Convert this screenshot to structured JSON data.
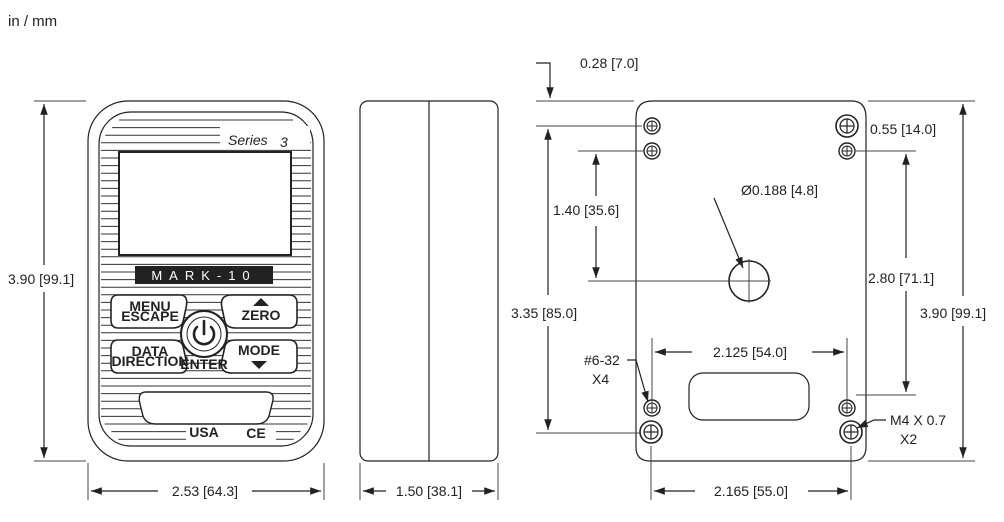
{
  "units": "in / mm",
  "front": {
    "series_label": "Series",
    "series_number": "3",
    "brand": "MARK-10",
    "buttons": {
      "menu": "MENU",
      "escape": "ESCAPE",
      "zero": "ZERO",
      "data": "DATA",
      "direction": "DIRECTION",
      "mode": "MODE",
      "enter": "ENTER"
    },
    "origin": "USA",
    "ce": "CE"
  },
  "dimensions": {
    "front_height": "3.90 [99.1]",
    "front_width": "2.53 [64.3]",
    "side_depth": "1.50 [38.1]",
    "rear_top_offset": "0.28 [7.0]",
    "rear_corner_offset": "0.55 [14.0]",
    "rear_hole_diameter": "Ø0.188 [4.8]",
    "rear_hole_vertical": "1.40 [35.6]",
    "rear_inner_height": "3.35 [85.0]",
    "rear_thread_spacing_v": "2.80 [71.1]",
    "rear_height": "3.90 [99.1]",
    "rear_upper_spacing": "2.125 [54.0]",
    "rear_lower_spacing": "2.165 [55.0]",
    "thread_small": "#6-32",
    "thread_small_count": "X4",
    "thread_large": "M4 X 0.7",
    "thread_large_count": "X2"
  }
}
